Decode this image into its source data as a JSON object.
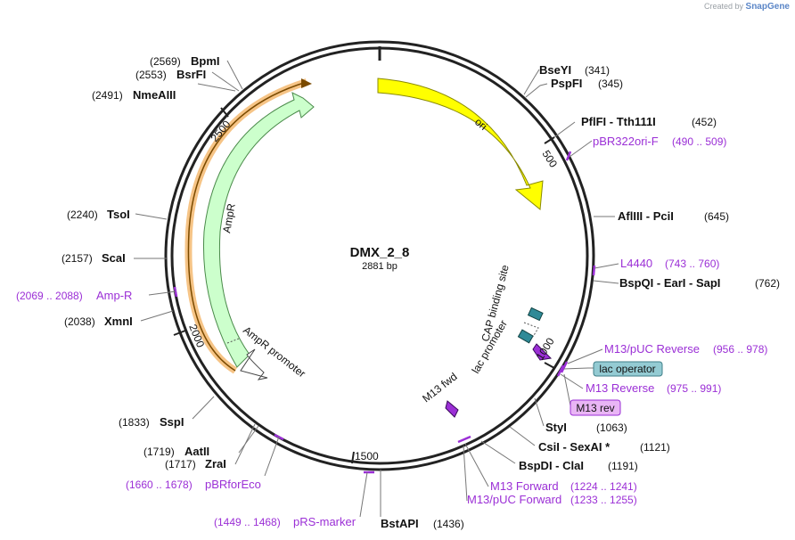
{
  "branding": {
    "prefix": "Created by",
    "name": "SnapGene"
  },
  "plasmid": {
    "name": "DMX_2_8",
    "length_label": "2881 bp",
    "length": 2881
  },
  "colors": {
    "ori": "#ffff00",
    "ampr": "#ccffcc",
    "ampr_promoter": "#ffffff",
    "primer": "#9b2fd6",
    "lac_operator": "#94cbd3",
    "m13rev_box": "#e9b5f5",
    "cap_site": "#2f8a97",
    "highlight": "#f6c486"
  },
  "ticks": [
    {
      "pos": 500,
      "label": "500"
    },
    {
      "pos": 1000,
      "label": "1000"
    },
    {
      "pos": 1500,
      "label": "1500"
    },
    {
      "pos": 2000,
      "label": "2000"
    },
    {
      "pos": 2500,
      "label": "2500"
    }
  ],
  "features": [
    {
      "name": "ori",
      "label": "ori"
    },
    {
      "name": "AmpR",
      "label": "AmpR"
    },
    {
      "name": "AmpR promoter",
      "label": "AmpR promoter"
    },
    {
      "name": "CAP binding site",
      "label": "CAP binding site"
    },
    {
      "name": "lac promoter",
      "label": "lac promoter"
    },
    {
      "name": "M13 fwd",
      "label": "M13 fwd"
    }
  ],
  "enzymes": [
    {
      "name": "BseYI",
      "pos": "(341)"
    },
    {
      "name": "PspFI",
      "pos": "(345)"
    },
    {
      "name": "PflFI - Tth111I",
      "pos": "(452)"
    },
    {
      "name": "AflIII - PciI",
      "pos": "(645)"
    },
    {
      "name": "BspQI - EarI - SapI",
      "pos": "(762)"
    },
    {
      "name": "StyI",
      "pos": "(1063)"
    },
    {
      "name": "CsiI - SexAI *",
      "pos": "(1121)"
    },
    {
      "name": "BspDI - ClaI",
      "pos": "(1191)"
    },
    {
      "name": "BstAPI",
      "pos": "(1436)"
    },
    {
      "name": "ZraI",
      "pos": "(1717)"
    },
    {
      "name": "AatII",
      "pos": "(1719)"
    },
    {
      "name": "SspI",
      "pos": "(1833)"
    },
    {
      "name": "XmnI",
      "pos": "(2038)"
    },
    {
      "name": "ScaI",
      "pos": "(2157)"
    },
    {
      "name": "TsoI",
      "pos": "(2240)"
    },
    {
      "name": "NmeAIII",
      "pos": "(2491)"
    },
    {
      "name": "BsrFI",
      "pos": "(2553)"
    },
    {
      "name": "BpmI",
      "pos": "(2569)"
    }
  ],
  "primers": [
    {
      "name": "pBR322ori-F",
      "range": "(490 .. 509)"
    },
    {
      "name": "L4440",
      "range": "(743 .. 760)"
    },
    {
      "name": "M13/pUC Reverse",
      "range": "(956 .. 978)"
    },
    {
      "name": "M13 Reverse",
      "range": "(975 .. 991)"
    },
    {
      "name": "M13 Forward",
      "range": "(1224 .. 1241)"
    },
    {
      "name": "M13/pUC Forward",
      "range": "(1233 .. 1255)"
    },
    {
      "name": "pRS-marker",
      "range": "(1449 .. 1468)"
    },
    {
      "name": "pBRforEco",
      "range": "(1660 .. 1678)"
    },
    {
      "name": "Amp-R",
      "range": "(2069 .. 2088)"
    }
  ],
  "boxed_labels": [
    {
      "name": "lac operator",
      "label": "lac operator"
    },
    {
      "name": "M13 rev",
      "label": "M13 rev"
    }
  ]
}
